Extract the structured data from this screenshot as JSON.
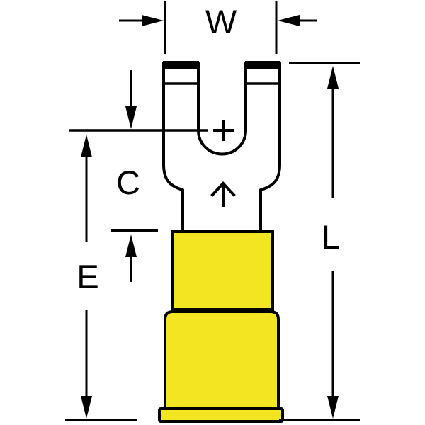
{
  "diagram": {
    "labels": {
      "w": "W",
      "c": "C",
      "e": "E",
      "l": "L"
    },
    "marks": {
      "center_cross": "+",
      "orientation_arrow": "up-arrow"
    },
    "colors": {
      "insulation": "#F4E522",
      "outline": "#000000",
      "background": "#FFFFFF"
    }
  }
}
